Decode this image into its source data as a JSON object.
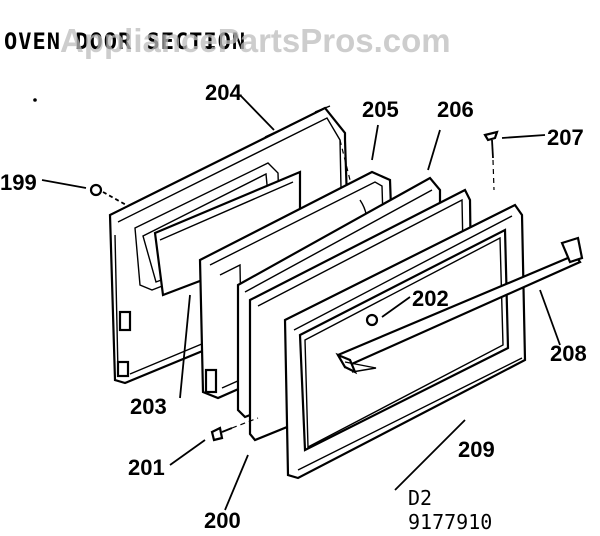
{
  "title": "OVEN DOOR SECTION",
  "watermark": "AppliancePartsPros.com",
  "labels": {
    "p199": "199",
    "p200": "200",
    "p201": "201",
    "p202": "202",
    "p203": "203",
    "p204": "204",
    "p205": "205",
    "p206": "206",
    "p207": "207",
    "p208": "208",
    "p209": "209"
  },
  "drawing_code": "D2",
  "drawing_number": "9177910"
}
